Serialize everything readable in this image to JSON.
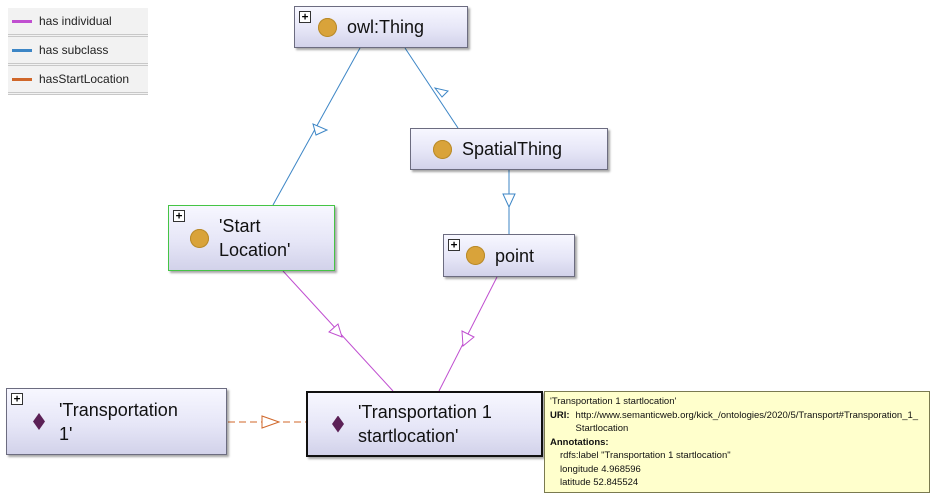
{
  "legend": {
    "items": [
      {
        "label": "has individual",
        "color": "#c04fd0"
      },
      {
        "label": "has subclass",
        "color": "#3d86c6"
      },
      {
        "label": "hasStartLocation",
        "color": "#d0672a"
      }
    ]
  },
  "colors": {
    "class_icon": "#d9a33a",
    "individual_icon": "#5b2056",
    "subclass_edge": "#3d86c6",
    "individual_edge": "#c04fd0",
    "property_edge": "#d0672a",
    "tooltip_bg": "#ffffcc"
  },
  "nodes": {
    "owl_thing": {
      "label": "owl:Thing",
      "icon": "class-circle-icon"
    },
    "spatial_thing": {
      "label": "SpatialThing",
      "icon": "class-circle-icon"
    },
    "start_location": {
      "label_line1": "'Start",
      "label_line2": "Location'",
      "icon": "class-circle-icon"
    },
    "point": {
      "label": "point",
      "icon": "class-circle-icon"
    },
    "transportation_1": {
      "label_line1": "'Transportation",
      "label_line2": "1'",
      "icon": "individual-diamond-icon"
    },
    "transportation_1_startlocation": {
      "label_line1": "'Transportation 1",
      "label_line2": "startlocation'",
      "icon": "individual-diamond-icon"
    }
  },
  "tooltip": {
    "title": "'Transportation 1 startlocation'",
    "uri_key": "URI:",
    "uri_value": "http://www.semanticweb.org/kick_/ontologies/2020/5/Transport#Transporation_1_Startlocation",
    "annotations_key": "Annotations:",
    "annotations": [
      "rdfs:label \"Transportation 1 startlocation\"",
      "longitude 4.968596",
      "latitude 52.845524"
    ]
  }
}
